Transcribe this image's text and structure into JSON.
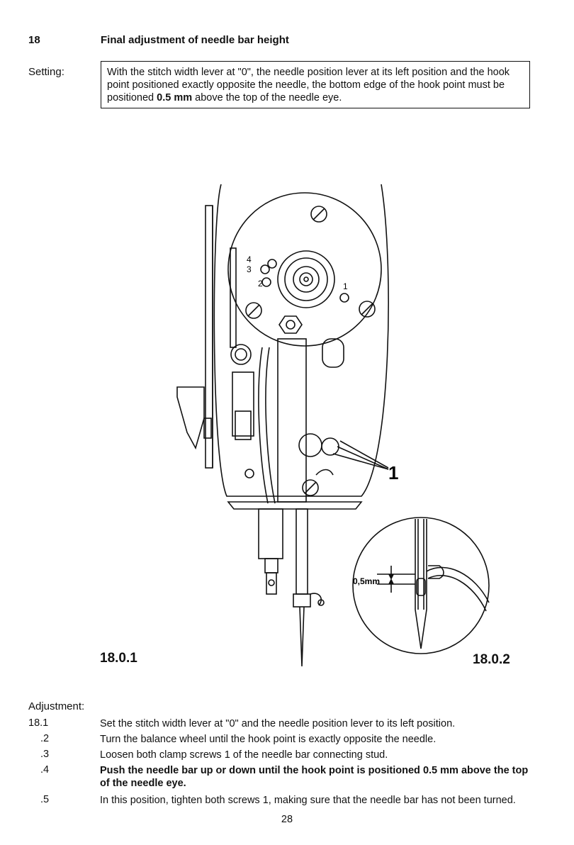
{
  "section": {
    "number": "18",
    "title": "Final adjustment of needle bar height"
  },
  "setting": {
    "label": "Setting:",
    "text_before": "With the stitch width lever at \"0\", the needle position lever at its left position and the hook point positioned exactly opposite the needle, the bottom edge of the hook point must be positioned ",
    "text_bold": "0.5 mm",
    "text_after": " above the top of the needle eye."
  },
  "figure": {
    "label_left": "18.0.1",
    "label_right": "18.0.2",
    "callout_number": "1",
    "detail_measure": "0,5mm",
    "hole_labels": [
      "1",
      "2",
      "3",
      "4"
    ]
  },
  "adjustment": {
    "label": "Adjustment:",
    "steps": [
      {
        "num": "18.1",
        "text": "Set the stitch width lever at \"0\" and the needle position lever to its left position."
      },
      {
        "num": ".2",
        "text": "Turn the balance wheel until the hook point is exactly opposite the needle."
      },
      {
        "num": ".3",
        "text": "Loosen both clamp screws 1 of the needle bar connecting stud."
      },
      {
        "num": ".4",
        "text": "Push the needle bar up or down until the hook point is positioned 0.5 mm above the top of the needle eye."
      },
      {
        "num": ".5",
        "text": "In this position, tighten both screws 1, making sure that the needle bar has not been turned."
      }
    ]
  },
  "page_number": "28"
}
